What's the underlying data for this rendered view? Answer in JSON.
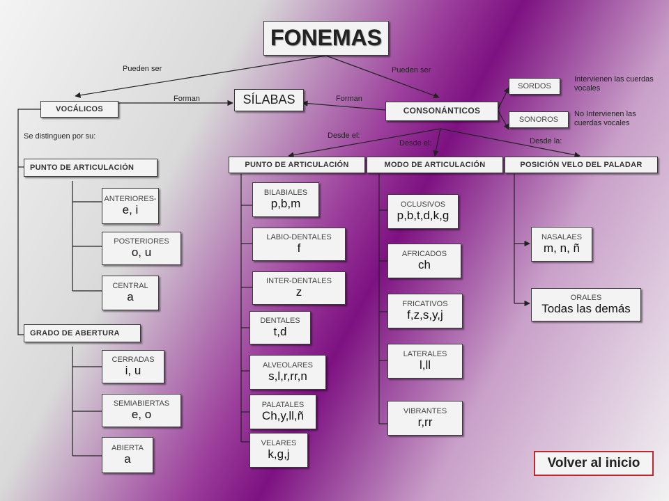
{
  "title": "FONEMAS",
  "links": {
    "pueden_ser_left": "Pueden ser",
    "pueden_ser_right": "Pueden ser",
    "forman_left": "Forman",
    "forman_right": "Forman",
    "se_distinguen": "Se distinguen por su:",
    "desde_el_1": "Desde el:",
    "desde_el_2": "Desde el:",
    "desde_la": "Desde la:"
  },
  "silabas": "SÍLABAS",
  "vocalicos": {
    "label": "VOCÁLICOS",
    "punto": {
      "label": "PUNTO DE ARTICULACIÓN",
      "items": [
        {
          "name": "ANTERIORES-",
          "value": "e, i"
        },
        {
          "name": "POSTERIORES",
          "value": "o, u"
        },
        {
          "name": "CENTRAL",
          "value": "a"
        }
      ]
    },
    "grado": {
      "label": "GRADO DE ABERTURA",
      "items": [
        {
          "name": "CERRADAS",
          "value": "i, u"
        },
        {
          "name": "SEMIABIERTAS",
          "value": "e, o"
        },
        {
          "name": "ABIERTA",
          "value": "a"
        }
      ]
    }
  },
  "consonanticos": {
    "label": "CONSONÁNTICOS",
    "sordos": "SORDOS",
    "sonoros": "SONOROS",
    "sordos_note": "Intervienen las cuerdas vocales",
    "sonoros_note": "No Intervienen las cuerdas vocales",
    "punto": {
      "label": "PUNTO DE ARTICULACIÓN",
      "items": [
        {
          "name": "BILABIALES",
          "value": "p,b,m"
        },
        {
          "name": "LABIO-DENTALES",
          "value": "f"
        },
        {
          "name": "INTER-DENTALES",
          "value": "z"
        },
        {
          "name": "DENTALES",
          "value": "t,d"
        },
        {
          "name": "ALVEOLARES",
          "value": "s,l,r,rr,n"
        },
        {
          "name": "PALATALES",
          "value": "Ch,y,ll,ñ"
        },
        {
          "name": "VELARES",
          "value": "k,g,j"
        }
      ]
    },
    "modo": {
      "label": "MODO DE ARTICULACIÓN",
      "items": [
        {
          "name": "OCLUSIVOS",
          "value": "p,b,t,d,k,g"
        },
        {
          "name": "AFRICADOS",
          "value": "ch"
        },
        {
          "name": "FRICATIVOS",
          "value": "f,z,s,y,j"
        },
        {
          "name": "LATERALES",
          "value": "l,ll"
        },
        {
          "name": "VIBRANTES",
          "value": "r,rr"
        }
      ]
    },
    "velo": {
      "label": "POSICIÓN VELO DEL PALADAR",
      "items": [
        {
          "name": "NASALAES",
          "value": "m, n, ñ"
        },
        {
          "name": "ORALES",
          "value": "Todas las demás"
        }
      ]
    }
  },
  "home_button": "Volver al inicio"
}
